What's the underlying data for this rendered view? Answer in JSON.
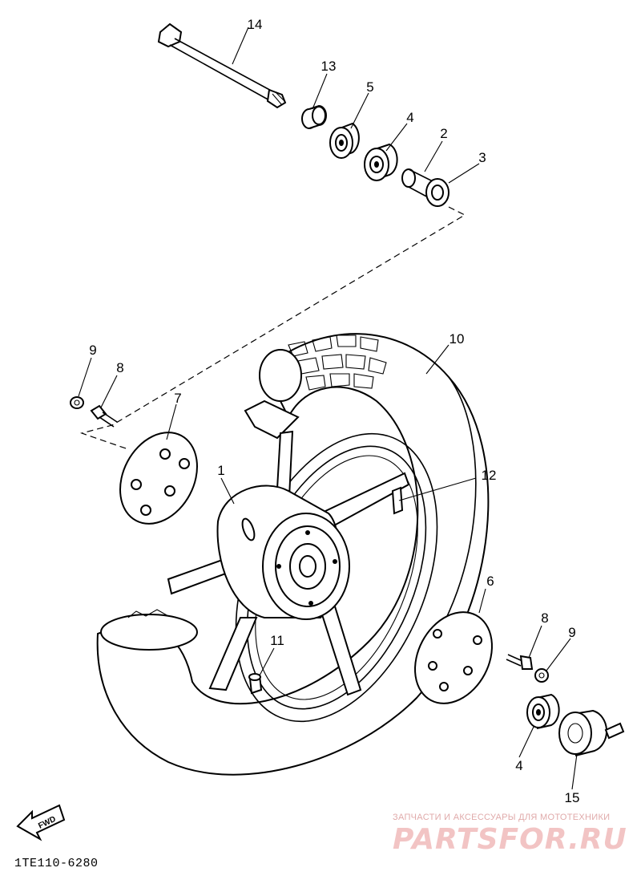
{
  "diagram": {
    "callouts": [
      {
        "id": "c14",
        "text": "14"
      },
      {
        "id": "c13",
        "text": "13"
      },
      {
        "id": "c5",
        "text": "5"
      },
      {
        "id": "c4a",
        "text": "4"
      },
      {
        "id": "c2",
        "text": "2"
      },
      {
        "id": "c3",
        "text": "3"
      },
      {
        "id": "c10",
        "text": "10"
      },
      {
        "id": "c9a",
        "text": "9"
      },
      {
        "id": "c8a",
        "text": "8"
      },
      {
        "id": "c7",
        "text": "7"
      },
      {
        "id": "c1",
        "text": "1"
      },
      {
        "id": "c12",
        "text": "12"
      },
      {
        "id": "c6",
        "text": "6"
      },
      {
        "id": "c8b",
        "text": "8"
      },
      {
        "id": "c9b",
        "text": "9"
      },
      {
        "id": "c11",
        "text": "11"
      },
      {
        "id": "c4b",
        "text": "4"
      },
      {
        "id": "c15",
        "text": "15"
      }
    ],
    "fwd_label": "FWD",
    "diagram_code": "1TE110-6280"
  },
  "watermark": {
    "tagline": "ЗАПЧАСТИ И АКСЕССУАРЫ ДЛЯ МОТОТЕХНИКИ",
    "brand": "PARTSFOR.RU"
  }
}
